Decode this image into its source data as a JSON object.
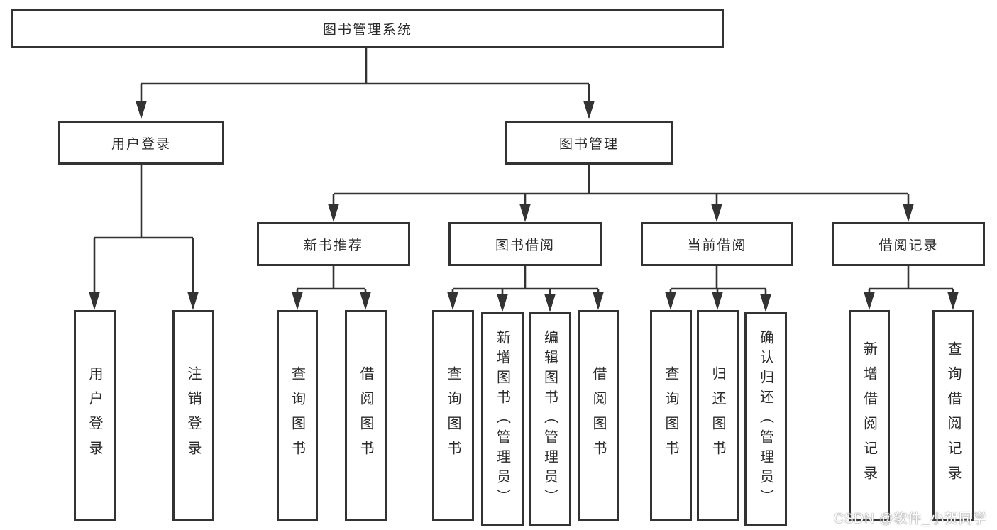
{
  "colors": {
    "line": "#333333",
    "text": "#2a2a2a",
    "background": "#ffffff",
    "watermark": "#ffffff"
  },
  "watermark": {
    "text": "CSDN @软件_小贺同学"
  },
  "diagram": {
    "type": "hierarchy-tree",
    "root": {
      "label": "图书管理系统",
      "children": [
        {
          "label": "用户登录",
          "children": [
            {
              "label": "用户登录"
            },
            {
              "label": "注销登录"
            }
          ]
        },
        {
          "label": "图书管理",
          "children": [
            {
              "label": "新书推荐",
              "children": [
                {
                  "label": "查询图书"
                },
                {
                  "label": "借阅图书"
                }
              ]
            },
            {
              "label": "图书借阅",
              "children": [
                {
                  "label": "查询图书"
                },
                {
                  "label": "新增图书（管理员）"
                },
                {
                  "label": "编辑图书（管理员）"
                },
                {
                  "label": "借阅图书"
                }
              ]
            },
            {
              "label": "当前借阅",
              "children": [
                {
                  "label": "查询图书"
                },
                {
                  "label": "归还图书"
                },
                {
                  "label": "确认归还（管理员）"
                }
              ]
            },
            {
              "label": "借阅记录",
              "children": [
                {
                  "label": "新增借阅记录"
                },
                {
                  "label": "查询借阅记录"
                }
              ]
            }
          ]
        }
      ]
    }
  }
}
